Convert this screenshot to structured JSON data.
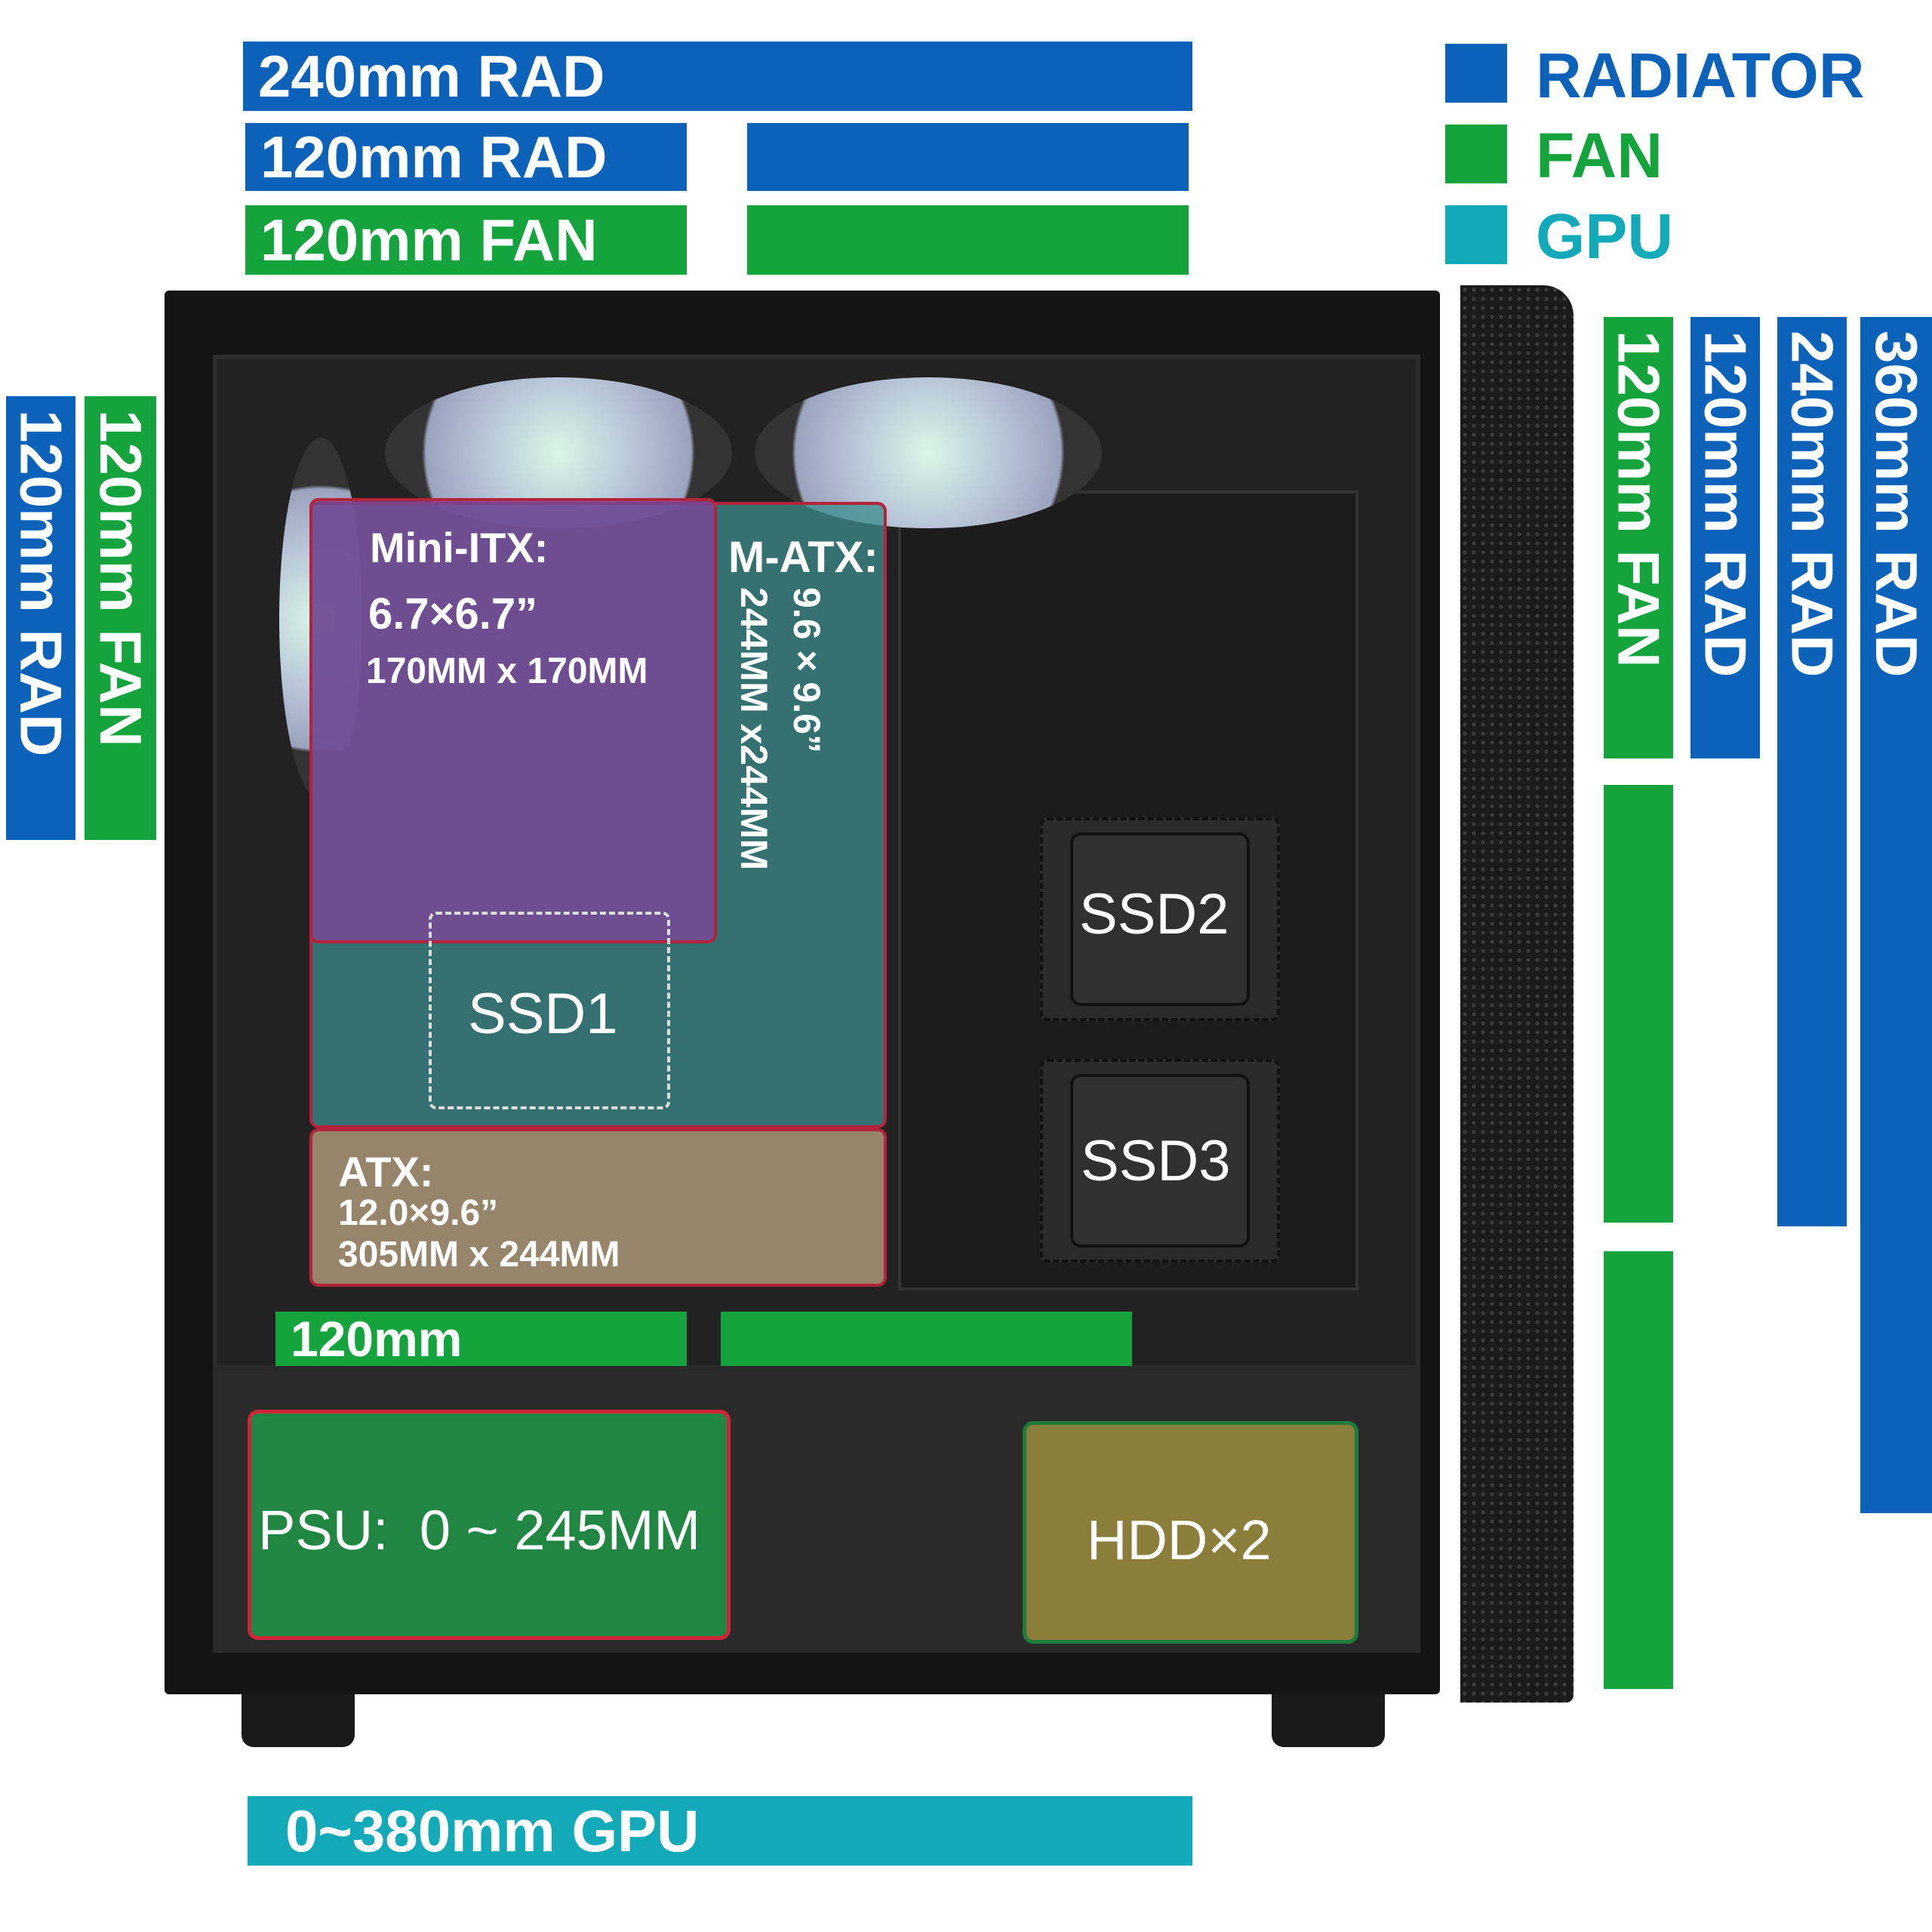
{
  "legend": {
    "radiator": {
      "label": "RADIATOR",
      "color": "#0b62b8"
    },
    "fan": {
      "label": "FAN",
      "color": "#14a33c"
    },
    "gpu": {
      "label": "GPU",
      "color": "#12aab9"
    }
  },
  "top": {
    "rad240": "240mm RAD",
    "rad120": "120mm RAD",
    "fan120": "120mm FAN"
  },
  "rear": {
    "fan120": "120mm FAN",
    "rad120": "120mm RAD"
  },
  "front": {
    "fan120": "120mm FAN",
    "rad120": "120mm RAD",
    "rad240": "240mm RAD",
    "rad360": "360mm RAD"
  },
  "bottom": {
    "fan120": "120mm",
    "gpu": "0~380mm GPU"
  },
  "boards": {
    "itx": {
      "title": "Mini-ITX:",
      "inch": "6.7×6.7”",
      "mm": "170MM x 170MM"
    },
    "matx": {
      "title": "M-ATX:",
      "inch": "9.6×9.6”",
      "mm": "244MM x244MM"
    },
    "atx": {
      "title": "ATX:",
      "inch": "12.0×9.6”",
      "mm": "305MM x 244MM"
    }
  },
  "drives": {
    "ssd1": "SSD1",
    "ssd2": "SSD2",
    "ssd3": "SSD3",
    "hdd": "HDD×2",
    "psu": "PSU:  0 ~ 245MM"
  }
}
